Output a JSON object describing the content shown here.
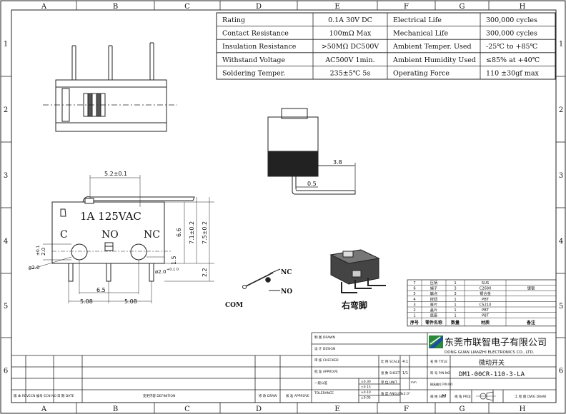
{
  "grid": {
    "columns": [
      "A",
      "B",
      "C",
      "D",
      "E",
      "F",
      "G",
      "H"
    ],
    "rows": [
      "1",
      "2",
      "3",
      "4",
      "5",
      "6"
    ]
  },
  "spec_table": [
    [
      "Rating",
      "0.1A  30V DC",
      "Electrical Life",
      "300,000 cycles"
    ],
    [
      "Contact Resistance",
      "100mΩ  Max",
      "Mechanical Life",
      "300,000 cycles"
    ],
    [
      "Insulation Resistance",
      ">50MΩ  DC500V",
      "Ambient Temper. Used",
      "-25℃ to +85℃"
    ],
    [
      "Withstand Voltage",
      "AC500V   1min.",
      "Ambient Humidity Used",
      "≤85% at +40℃"
    ],
    [
      "Soldering Temper.",
      "235±5℃ 5s",
      "Operating Force",
      "110 ±30gf max"
    ]
  ],
  "front_view": {
    "rating": "1A 125VAC",
    "com": "C",
    "no": "NO",
    "nc": "NC"
  },
  "dimensions": {
    "top_width": "5.2±0.1",
    "h66": "6.6",
    "h71": "7.1±0.2",
    "h75": "7.5±0.2",
    "h15": "1.5",
    "h22": "2.2",
    "hole_left": "2.0",
    "hole_left_tol": "±0.1",
    "hole_dia": "ø2.0",
    "hole_right": "ø2.0",
    "hole_right_tol": "+0.1 0",
    "pitch_mid": "6.5",
    "pitch_left": "5.08",
    "pitch_right": "5.08",
    "side_38": "3.8",
    "side_05": "0.5"
  },
  "schematic": {
    "com": "COM",
    "nc": "NC",
    "no": "NO"
  },
  "caption_3d": "右弯脚",
  "bom": {
    "headers": [
      "序号",
      "零件名称",
      "数量",
      "材质",
      "备注"
    ],
    "rows": [
      [
        "7",
        "压柄",
        "1",
        "SUS",
        ""
      ],
      [
        "6",
        "端子",
        "3",
        "C2680",
        "镀银"
      ],
      [
        "5",
        "触点",
        "3",
        "银合金",
        ""
      ],
      [
        "4",
        "按钮",
        "1",
        "PBT",
        ""
      ],
      [
        "3",
        "簧片",
        "1",
        "C5210",
        ""
      ],
      [
        "2",
        "盖片",
        "1",
        "PBT",
        ""
      ],
      [
        "1",
        "底座",
        "1",
        "PBT",
        ""
      ]
    ]
  },
  "title_block": {
    "company_cn": "东莞市联智电子有限公司",
    "company_en": "DONG GUAN LIANZHI ELECTRONICS CO., LTD.",
    "part_name": "微动开关",
    "part_no": "DM1-00CR-110-3-LA",
    "rows_left": [
      "制 图 DRAWN",
      "设 计 DESIGN",
      "审 核 CHECKED",
      "批 准 APPROVE",
      "一般公差",
      "TOLERANCE"
    ],
    "scale_label": "比 例 SCALE",
    "scale_value": "4:1",
    "sheet_label": "张 数 SHEET",
    "sheet_value": "1/1",
    "unit_label": "单 位 UNIT",
    "unit_value": "mm",
    "angle_label": "角 度 ANGLES",
    "angle_value": "±2.0°",
    "tol_values": [
      "±0.30",
      "±0.15",
      "±0.10",
      "±0.05"
    ],
    "title_label": "名 称 TITLE",
    "pn_label": "料 号 P/N NO",
    "model_label": "模具编号 P/N NO",
    "size_label": "规 格 SIZE",
    "proj_label": "视 角 PROJ",
    "drawing_no_label": "工 程 图 DWG DRAW",
    "sheet_mark": "A4",
    "rev_headers": [
      "版 本 REV",
      "ECN 编号 ECN NO",
      "日 期 DATE",
      "变更内容 DEFINITION",
      "修 改 DRAW",
      "核 准 APPROVE"
    ]
  }
}
